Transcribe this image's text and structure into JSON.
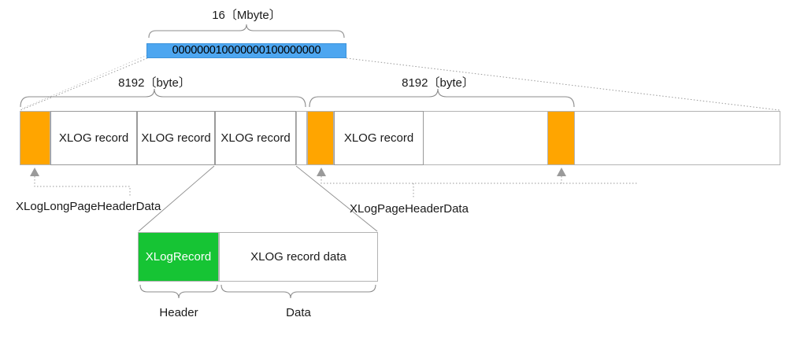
{
  "diagram": {
    "title_top": "16〔Mbyte〕",
    "segment": {
      "bits": "000000010000000100000000"
    },
    "page_size_left_label": "8192〔byte〕",
    "page_size_right_label": "8192〔byte〕",
    "strip_cells": [
      {
        "kind": "header-long",
        "label": ""
      },
      {
        "kind": "record",
        "label": "XLOG record"
      },
      {
        "kind": "record",
        "label": "XLOG record"
      },
      {
        "kind": "record",
        "label": "XLOG record"
      },
      {
        "kind": "header-page",
        "label": ""
      },
      {
        "kind": "record",
        "label": "XLOG record"
      },
      {
        "kind": "header-page",
        "label": ""
      }
    ],
    "callouts": {
      "long_header": "XLogLongPageHeaderData",
      "page_header": "XLogPageHeaderData"
    },
    "detail": {
      "header_label": "XLogRecord",
      "data_label": "XLOG record data",
      "brace_header": "Header",
      "brace_data": "Data"
    },
    "colors": {
      "segment_blue": "#4DA6F0",
      "page_header_orange": "#FFA500",
      "record_header_green": "#16C434",
      "outline_gray": "#b3b3b3"
    }
  }
}
